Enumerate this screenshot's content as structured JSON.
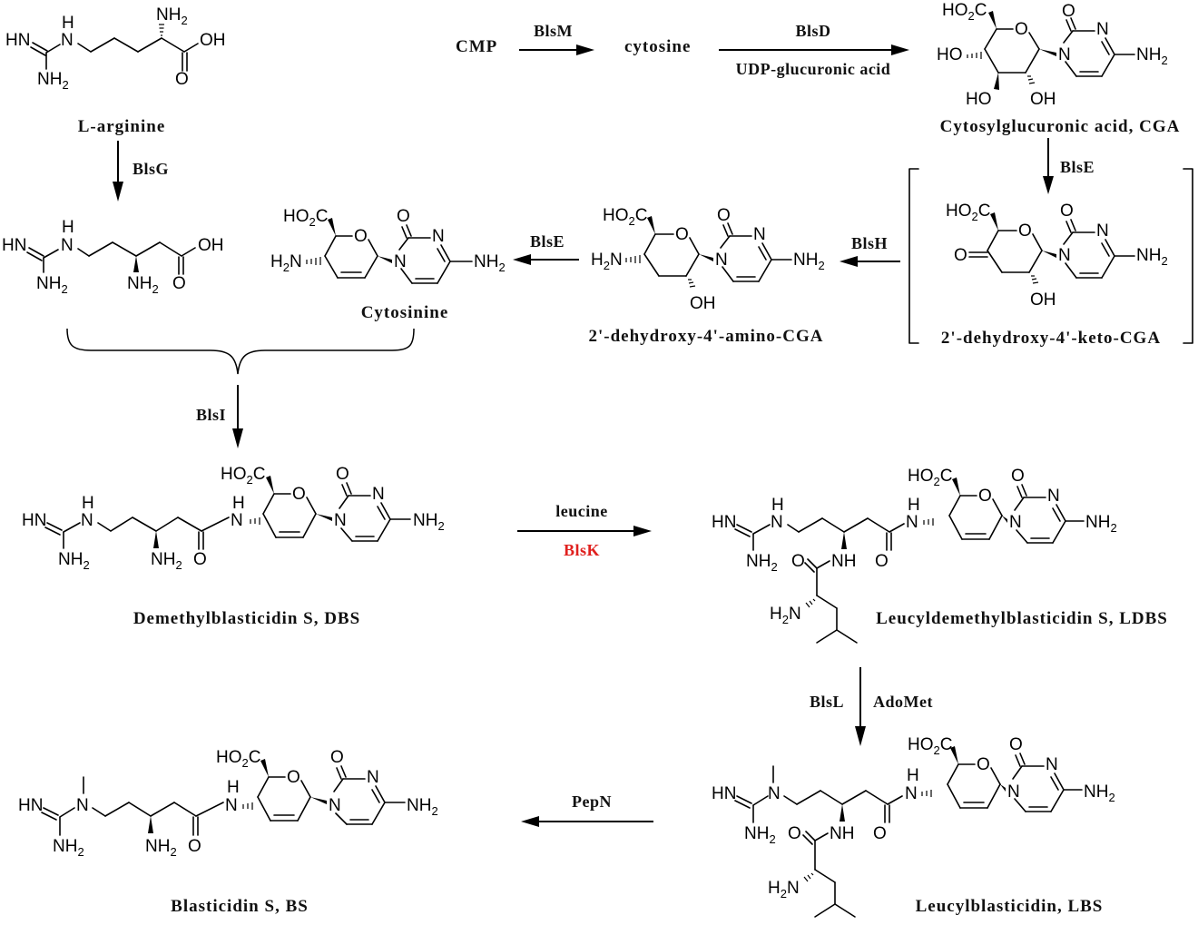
{
  "figure": {
    "title": "Blasticidin S biosynthetic pathway"
  },
  "compounds": {
    "arginine": {
      "name": "L-arginine"
    },
    "beta_arginine": {
      "name": ""
    },
    "cmp": {
      "name": "CMP"
    },
    "cytosine": {
      "name": "cytosine"
    },
    "cga": {
      "name": "Cytosylglucuronic acid, CGA"
    },
    "keto_cga": {
      "name": "2'-dehydroxy-4'-keto-CGA",
      "bracketed": true
    },
    "amino_cga": {
      "name": "2'-dehydroxy-4'-amino-CGA"
    },
    "cytosinine": {
      "name": "Cytosinine"
    },
    "dbs": {
      "name": "Demethylblasticidin S, DBS"
    },
    "ldbs": {
      "name": "Leucyldemethylblasticidin S, LDBS"
    },
    "lbs": {
      "name": "Leucylblasticidin, LBS"
    },
    "bs": {
      "name": "Blasticidin S, BS"
    }
  },
  "atoms": {
    "HN": "HN",
    "H": "H",
    "N": "N",
    "NH": "NH",
    "NH2": "NH",
    "H2N": "H",
    "sub2": "2",
    "OH": "OH",
    "HO": "HO",
    "O": "O",
    "HO2C_a": "HO",
    "HO2C_c": "C"
  },
  "steps": [
    {
      "id": "blsg",
      "from": "L-arginine",
      "to": "beta-arginine",
      "enzyme": "BlsG",
      "cofactor": ""
    },
    {
      "id": "blsm",
      "from": "CMP",
      "to": "cytosine",
      "enzyme": "BlsM",
      "cofactor": ""
    },
    {
      "id": "blsd",
      "from": "cytosine",
      "to": "CGA",
      "enzyme": "BlsD",
      "cofactor": "UDP-glucuronic acid"
    },
    {
      "id": "blse1",
      "from": "CGA",
      "to": "2'-dehydroxy-4'-keto-CGA",
      "enzyme": "BlsE",
      "cofactor": ""
    },
    {
      "id": "blsh",
      "from": "2'-dehydroxy-4'-keto-CGA",
      "to": "2'-dehydroxy-4'-amino-CGA",
      "enzyme": "BlsH",
      "cofactor": ""
    },
    {
      "id": "blse2",
      "from": "2'-dehydroxy-4'-amino-CGA",
      "to": "Cytosinine",
      "enzyme": "BlsE",
      "cofactor": ""
    },
    {
      "id": "blsi",
      "from": "beta-arginine + Cytosinine",
      "to": "DBS",
      "enzyme": "BlsI",
      "cofactor": ""
    },
    {
      "id": "blsk",
      "from": "DBS",
      "to": "LDBS",
      "enzyme": "BlsK",
      "cofactor": "leucine",
      "highlight_color": "#e0201e"
    },
    {
      "id": "blsl",
      "from": "LDBS",
      "to": "LBS",
      "enzyme": "BlsL",
      "cofactor": "AdoMet"
    },
    {
      "id": "pepn",
      "from": "LBS",
      "to": "BS",
      "enzyme": "PepN",
      "cofactor": ""
    }
  ]
}
